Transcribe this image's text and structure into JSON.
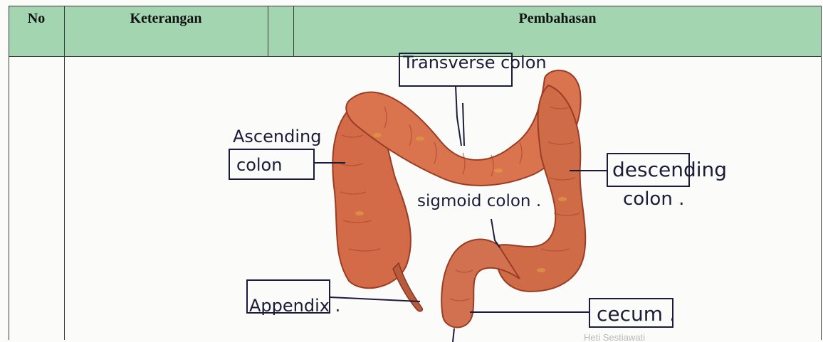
{
  "table": {
    "headers": [
      "No",
      "Keterangan",
      "",
      "Pembahasan"
    ]
  },
  "diagram": {
    "labels": {
      "transverse": "Transverse colon",
      "ascending_prefix": "Ascending",
      "ascending": "colon",
      "descending": "descending",
      "descending_sub": "colon .",
      "sigmoid": "sigmoid colon .",
      "appendix": "Appendix .",
      "cecum": "cecum ."
    },
    "watermark": "Heti Sestiawati"
  }
}
